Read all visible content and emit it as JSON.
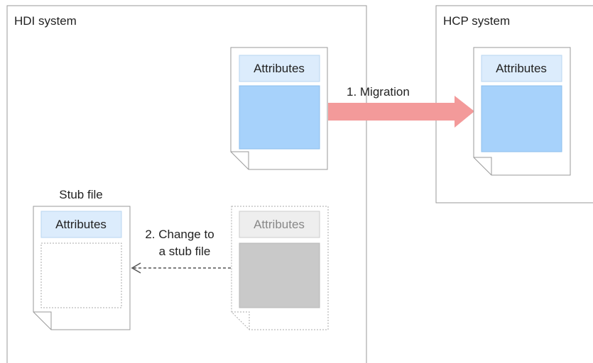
{
  "hdi_system": {
    "title": "HDI system"
  },
  "hcp_system": {
    "title": "HCP system"
  },
  "files": {
    "original": {
      "attributes_label": "Attributes"
    },
    "migrated": {
      "attributes_label": "Attributes"
    },
    "stub": {
      "caption": "Stub file",
      "attributes_label": "Attributes"
    },
    "ghost": {
      "attributes_label": "Attributes"
    }
  },
  "steps": {
    "migration": "1. Migration",
    "change_line1": "2. Change to",
    "change_line2": "a stub file"
  },
  "colors": {
    "attr_fill": "#dcecfc",
    "data_fill": "#a7d2fb",
    "migration_arrow": "#f39a9a",
    "ghost_data_fill": "#c9c9c9",
    "ghost_attr_fill": "#eeeeee"
  }
}
